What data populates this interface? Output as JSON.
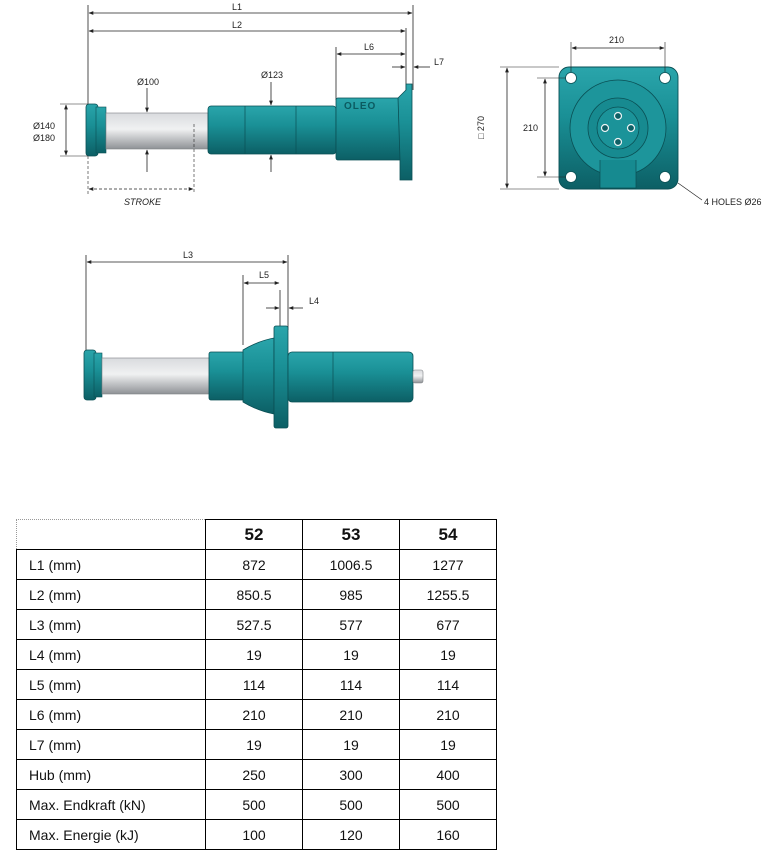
{
  "drawing": {
    "dims": {
      "l1": "L1",
      "l2": "L2",
      "l3": "L3",
      "l4": "L4",
      "l5": "L5",
      "l6": "L6",
      "l7": "L7",
      "d100": "Ø100",
      "d123": "Ø123",
      "d140": "Ø140",
      "d180": "Ø180",
      "stroke": "STROKE",
      "w210_top": "210",
      "h210": "210",
      "sq270": "□ 270",
      "holes": "4 HOLES Ø26"
    },
    "brand_mark": "OLEO",
    "colors": {
      "body": "#1a8f95",
      "body_dark": "#0f6a70",
      "rod": "#b9bcc0",
      "line": "#222222"
    }
  },
  "table": {
    "headers": [
      "",
      "52",
      "53",
      "54"
    ],
    "rows": [
      {
        "label": "L1 (mm)",
        "values": [
          "872",
          "1006.5",
          "1277"
        ]
      },
      {
        "label": "L2 (mm)",
        "values": [
          "850.5",
          "985",
          "1255.5"
        ]
      },
      {
        "label": "L3 (mm)",
        "values": [
          "527.5",
          "577",
          "677"
        ]
      },
      {
        "label": "L4 (mm)",
        "values": [
          "19",
          "19",
          "19"
        ]
      },
      {
        "label": "L5 (mm)",
        "values": [
          "114",
          "114",
          "114"
        ]
      },
      {
        "label": "L6 (mm)",
        "values": [
          "210",
          "210",
          "210"
        ]
      },
      {
        "label": "L7 (mm)",
        "values": [
          "19",
          "19",
          "19"
        ]
      },
      {
        "label": "Hub (mm)",
        "values": [
          "250",
          "300",
          "400"
        ]
      },
      {
        "label": "Max. Endkraft (kN)",
        "values": [
          "500",
          "500",
          "500"
        ]
      },
      {
        "label": "Max. Energie (kJ)",
        "values": [
          "100",
          "120",
          "160"
        ]
      }
    ]
  }
}
